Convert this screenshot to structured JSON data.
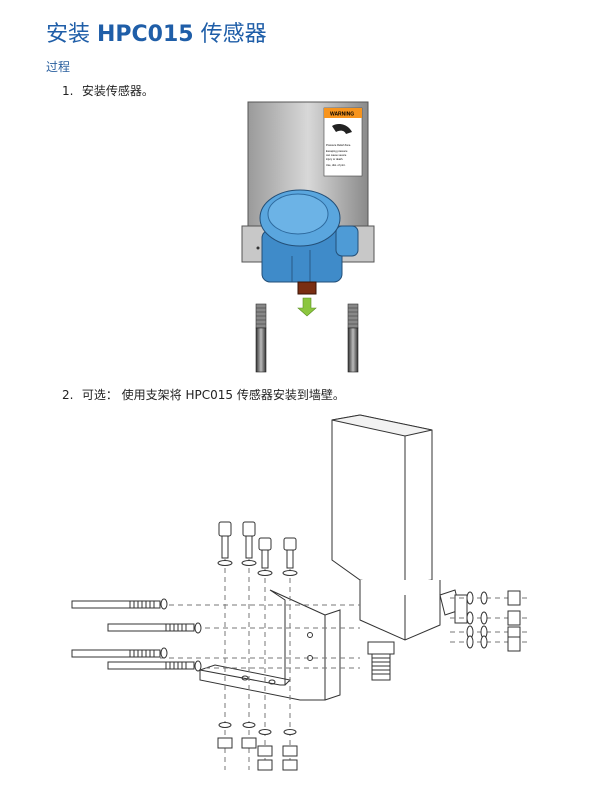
{
  "document": {
    "title_prefix": "安装 ",
    "title_model": "HPC015",
    "title_suffix": " 传感器",
    "section_label": "过程",
    "steps": [
      {
        "number": "1.",
        "text": "安装传感器。"
      },
      {
        "number": "2.",
        "text": "可选： 使用支架将 HPC015 传感器安装到墙壁。"
      }
    ]
  },
  "figure1": {
    "warning_label": {
      "heading": "WARNING",
      "line1": "Pressure Relief Zone.",
      "line2": "Escaping pressure",
      "line3": "can cause severe",
      "line4": "injury or death.",
      "line5": "Use, dist. of ptnt."
    }
  },
  "colors": {
    "title": "#1f5ea8",
    "housing_blue": "#4e9bd6",
    "arrow_green": "#8cc63f",
    "warning_orange": "#f7941d"
  }
}
